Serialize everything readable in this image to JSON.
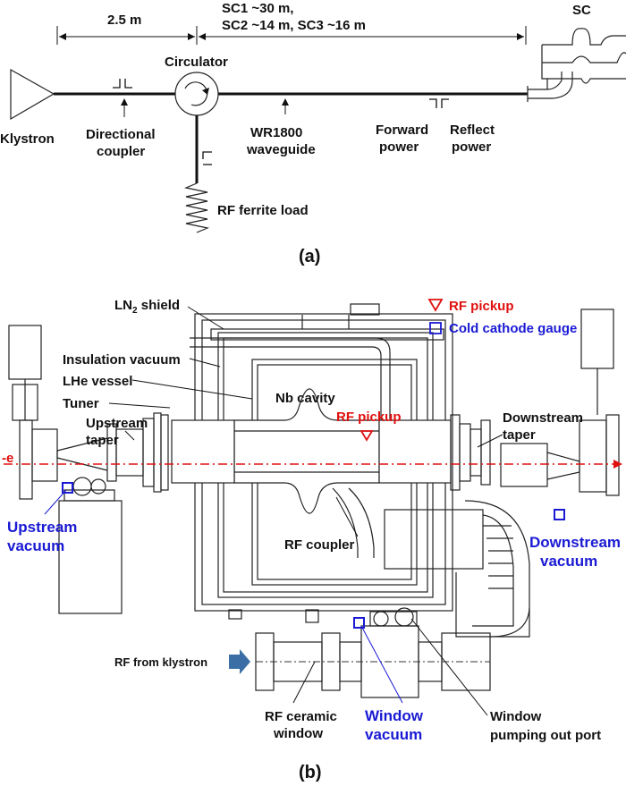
{
  "panel_a": {
    "distance_1": "2.5 m",
    "distance_2_line1": "SC1 ~30 m,",
    "distance_2_line2": "SC2 ~14 m, SC3 ~16 m",
    "sc": "SC",
    "circulator": "Circulator",
    "klystron": "Klystron",
    "directional_coupler_line1": "Directional",
    "directional_coupler_line2": "coupler",
    "waveguide_line1": "WR1800",
    "waveguide_line2": "waveguide",
    "forward_line1": "Forward",
    "forward_line2": "power",
    "reflect_line1": "Reflect",
    "reflect_line2": "power",
    "load": "RF ferrite load",
    "caption": "(a)"
  },
  "panel_b": {
    "ln2_main": "LN",
    "ln2_sub": "2",
    "ln2_rest": " shield",
    "insulation": "Insulation vacuum",
    "lhe": "LHe vessel",
    "tuner": "Tuner",
    "upstream_taper_line1": "Upstream",
    "upstream_taper_line2": "taper",
    "beam": "-e",
    "nb_cavity": "Nb cavity",
    "rf_pickup_label": "RF pickup",
    "downstream_taper_line1": "Downstream",
    "downstream_taper_line2": "taper",
    "rf_coupler": "RF coupler",
    "upstream_vacuum_line1": "Upstream",
    "upstream_vacuum_line2": "vacuum",
    "downstream_vacuum_line1": "Downstream",
    "downstream_vacuum_line2": "vacuum",
    "rf_from_klystron": "RF from klystron",
    "ceramic_line1": "RF ceramic",
    "ceramic_line2": "window",
    "window_vacuum_line1": "Window",
    "window_vacuum_line2": "vacuum",
    "pumping_line1": "Window",
    "pumping_line2": "pumping out port",
    "caption": "(b)"
  },
  "legend": [
    {
      "symbol": "triangle",
      "label": "RF pickup",
      "color": "#e01010"
    },
    {
      "symbol": "square",
      "label": "Cold cathode gauge",
      "color": "#1a1ad4"
    }
  ],
  "colors": {
    "red": "#e01010",
    "blue": "#1a1ad4",
    "arrow": "#3a6ea5"
  }
}
